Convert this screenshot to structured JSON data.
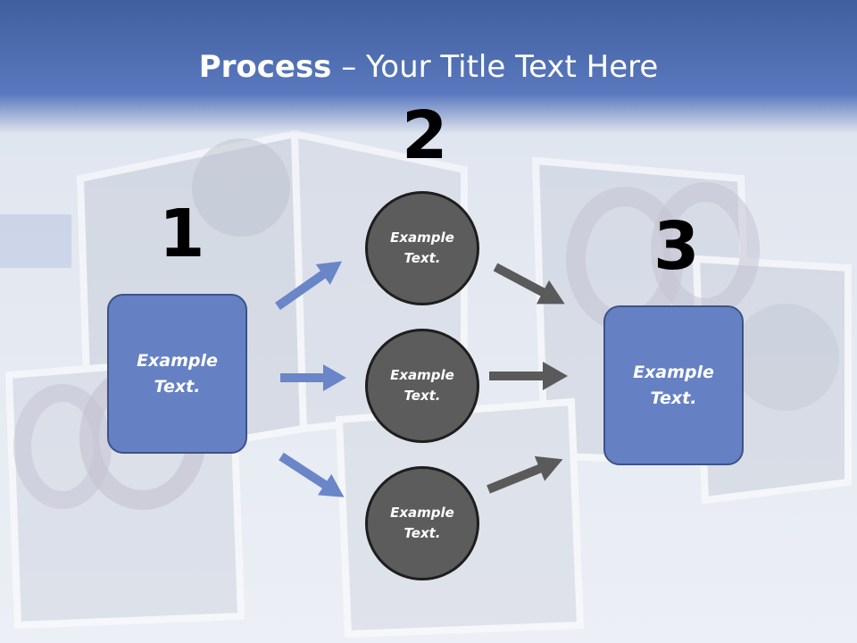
{
  "title": {
    "bold": "Process",
    "rest": " – Your Title Text Here"
  },
  "steps": {
    "one": "1",
    "two": "2",
    "three": "3"
  },
  "left_box": "Example\nText.",
  "circles": [
    "Example\nText.",
    "Example\nText.",
    "Example\nText."
  ],
  "right_box": "Example\nText.",
  "colors": {
    "title_band": "#4a6ab0",
    "box_fill": "#6581c4",
    "circle_fill": "#5c5c5c",
    "blue_arrow": "#6a86c8",
    "gray_arrow": "#5a5a5a"
  }
}
